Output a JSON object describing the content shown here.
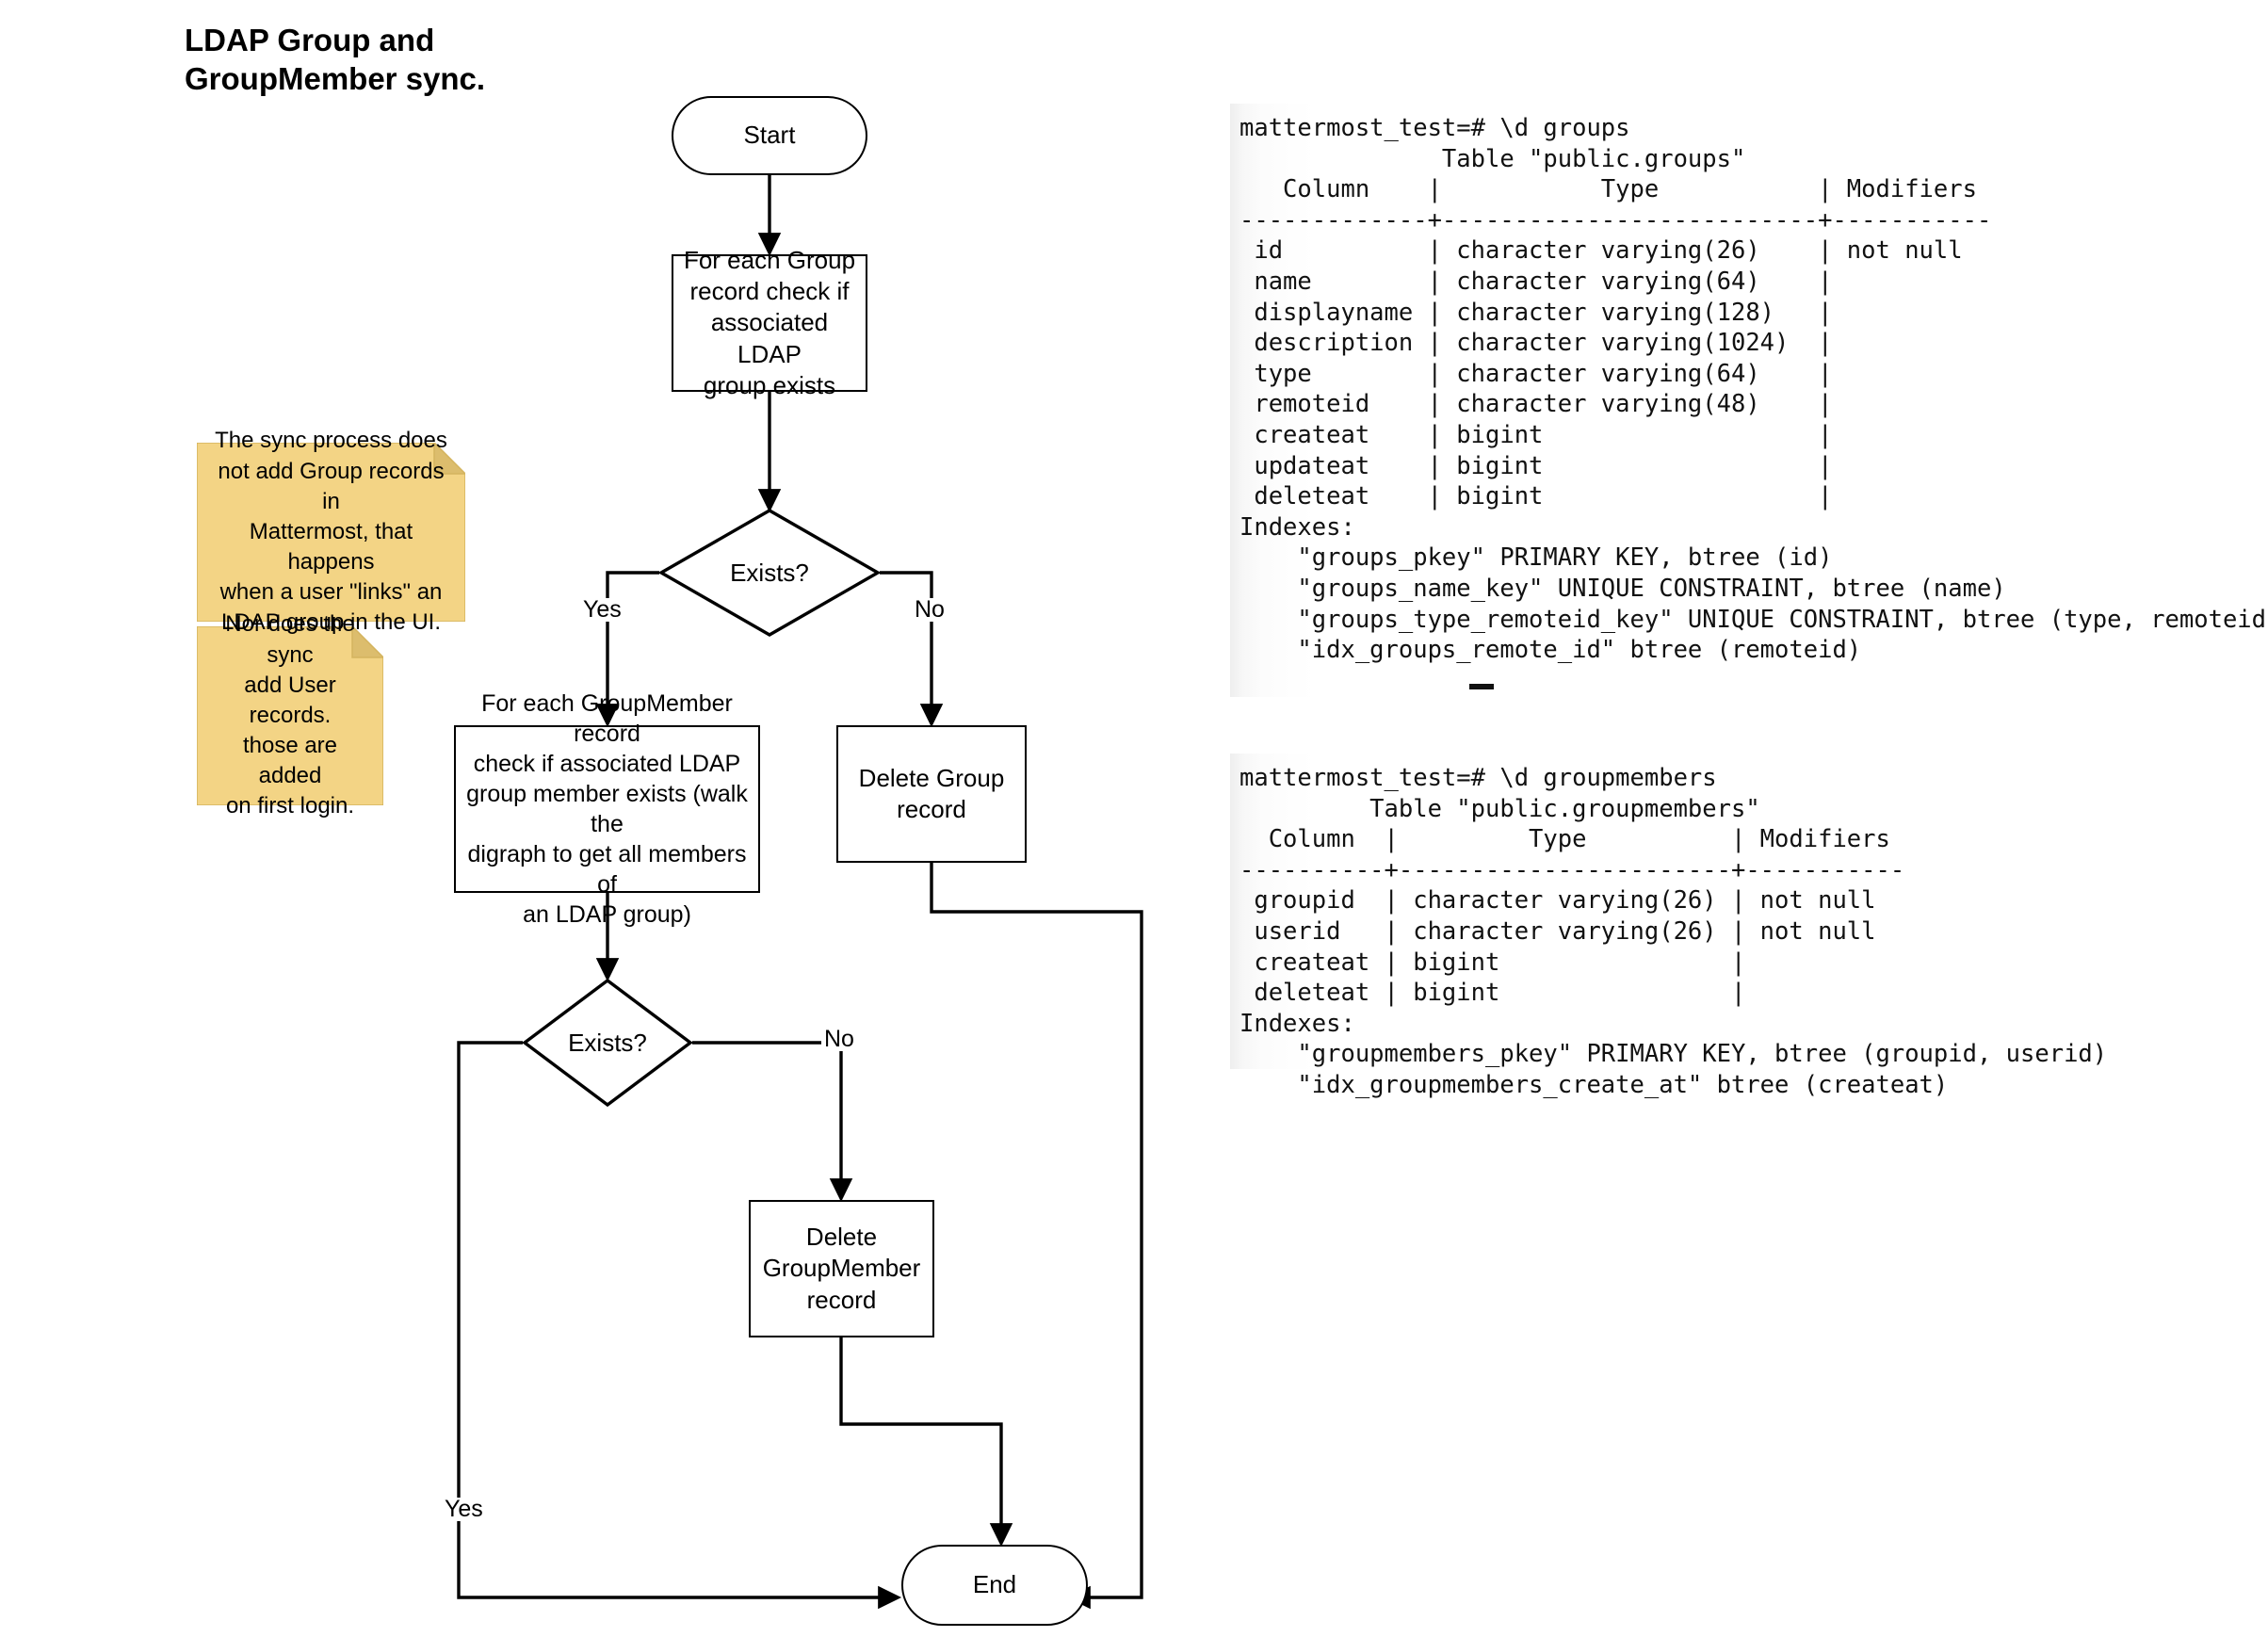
{
  "title": "LDAP Group and\nGroupMember sync.",
  "flow": {
    "nodes": [
      {
        "id": "start",
        "shape": "terminator",
        "label": "Start"
      },
      {
        "id": "check-group",
        "shape": "process",
        "label": "For each Group\nrecord check if\nassociated LDAP\ngroup exists"
      },
      {
        "id": "exists-1",
        "shape": "decision",
        "label": "Exists?"
      },
      {
        "id": "check-member",
        "shape": "process",
        "label": "For each GroupMember record\ncheck if associated LDAP\ngroup member exists (walk the\ndigraph to get all members of\nan LDAP group)"
      },
      {
        "id": "delete-group",
        "shape": "process",
        "label": "Delete Group\nrecord"
      },
      {
        "id": "exists-2",
        "shape": "decision",
        "label": "Exists?"
      },
      {
        "id": "delete-member",
        "shape": "process",
        "label": "Delete\nGroupMember\nrecord"
      },
      {
        "id": "end",
        "shape": "terminator",
        "label": "End"
      }
    ],
    "edge_labels": [
      {
        "id": "yes-1",
        "text": "Yes"
      },
      {
        "id": "no-1",
        "text": "No"
      },
      {
        "id": "no-2",
        "text": "No"
      },
      {
        "id": "yes-2",
        "text": "Yes"
      }
    ]
  },
  "notes": [
    {
      "id": "note-group-records",
      "text": "The sync process does\nnot add Group records in\nMattermost, that happens\nwhen a user \"links\" an\nLDAP group in the UI."
    },
    {
      "id": "note-user-records",
      "text": "Nor does the sync\nadd User records.\nthose are added\non first login."
    }
  ],
  "colors": {
    "note_fill": "#f3d485",
    "note_fold": "#dcbd6d",
    "note_border": "#d4b45e",
    "stroke": "#000000",
    "background": "#ffffff",
    "terminal_text": "#111111"
  },
  "terminals": [
    {
      "id": "groups-table",
      "prompt": "mattermost_test=# \\d groups",
      "lines": [
        "mattermost_test=# \\d groups",
        "              Table \"public.groups\"",
        "   Column    |           Type           | Modifiers",
        "-------------+--------------------------+-----------",
        " id          | character varying(26)    | not null",
        " name        | character varying(64)    |",
        " displayname | character varying(128)   |",
        " description | character varying(1024)  |",
        " type        | character varying(64)    |",
        " remoteid    | character varying(48)    |",
        " createat    | bigint                   |",
        " updateat    | bigint                   |",
        " deleteat    | bigint                   |",
        "Indexes:",
        "    \"groups_pkey\" PRIMARY KEY, btree (id)",
        "    \"groups_name_key\" UNIQUE CONSTRAINT, btree (name)",
        "    \"groups_type_remoteid_key\" UNIQUE CONSTRAINT, btree (type, remoteid)",
        "    \"idx_groups_remote_id\" btree (remoteid)"
      ],
      "has_cursor": true
    },
    {
      "id": "groupmembers-table",
      "prompt": "mattermost_test=# \\d groupmembers",
      "lines": [
        "mattermost_test=# \\d groupmembers",
        "         Table \"public.groupmembers\"",
        "  Column  |         Type          | Modifiers",
        "----------+-----------------------+-----------",
        " groupid  | character varying(26) | not null",
        " userid   | character varying(26) | not null",
        " createat | bigint                |",
        " deleteat | bigint                |",
        "Indexes:",
        "    \"groupmembers_pkey\" PRIMARY KEY, btree (groupid, userid)",
        "    \"idx_groupmembers_create_at\" btree (createat)"
      ],
      "has_cursor": false
    }
  ]
}
